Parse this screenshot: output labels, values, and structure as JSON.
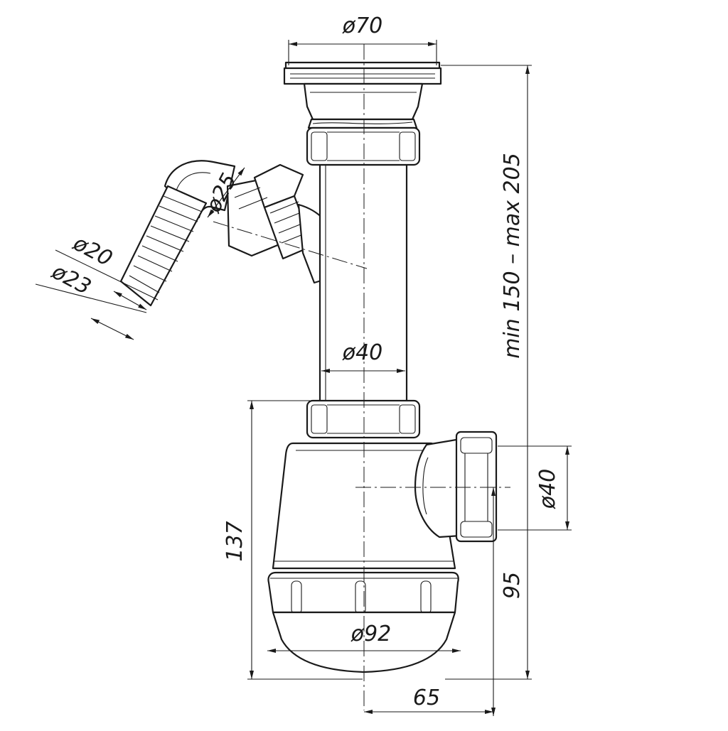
{
  "dimensions": {
    "inlet_diameter": "ø70",
    "pipe_diameter": "ø40",
    "outlet_diameter": "ø40",
    "side_outlet_diameter": "ø25",
    "hose_inner_diameter": "ø20",
    "hose_outer_diameter": "ø23",
    "bottle_diameter": "ø92",
    "height_range": "min 150 – max 205",
    "bottle_height": "137",
    "outlet_height": "95",
    "outlet_offset": "65"
  }
}
